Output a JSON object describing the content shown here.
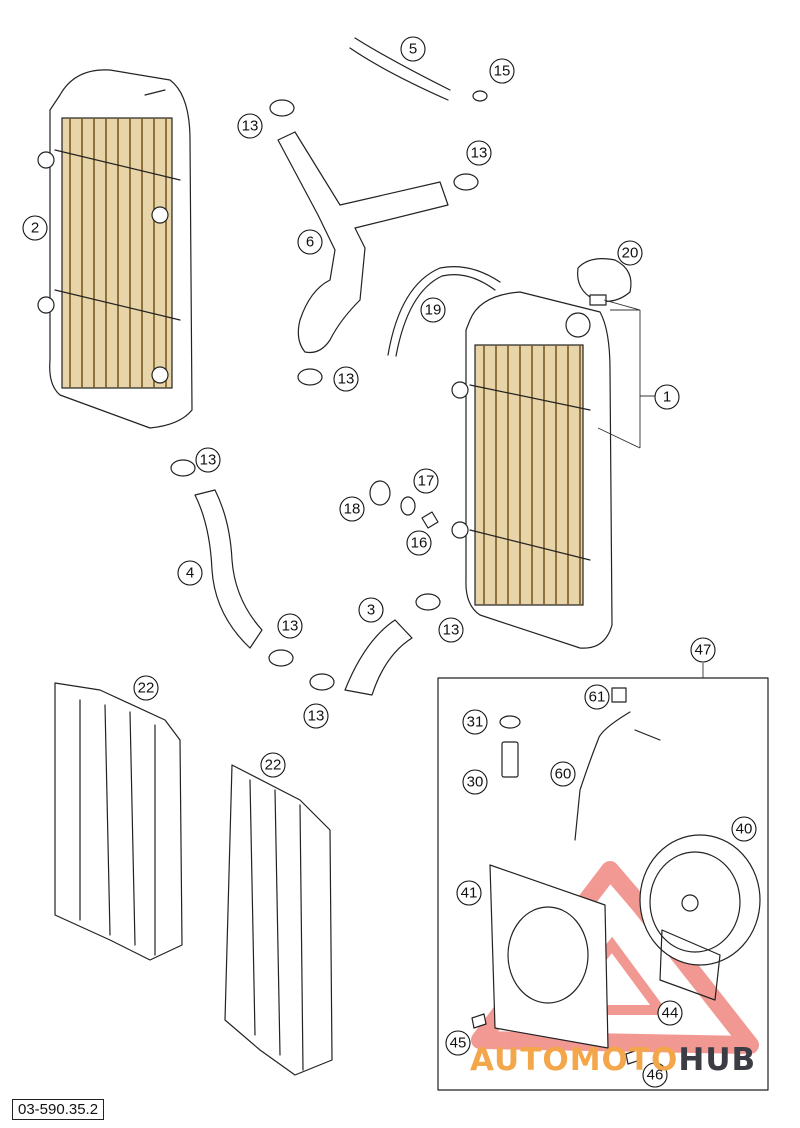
{
  "diagram": {
    "document_number": "03-590.35.2",
    "callouts": [
      "1",
      "2",
      "3",
      "4",
      "5",
      "6",
      "13",
      "13",
      "13",
      "13",
      "13",
      "13",
      "13",
      "13",
      "15",
      "16",
      "17",
      "18",
      "19",
      "20",
      "22",
      "22",
      "30",
      "31",
      "40",
      "41",
      "44",
      "45",
      "46",
      "47",
      "60",
      "61"
    ],
    "watermark": {
      "part1": "AUTOMOTO",
      "part2": "HUB",
      "color_primary": "#f3a74a",
      "color_secondary": "#3c3c44",
      "logo_color": "#e8453c"
    }
  }
}
